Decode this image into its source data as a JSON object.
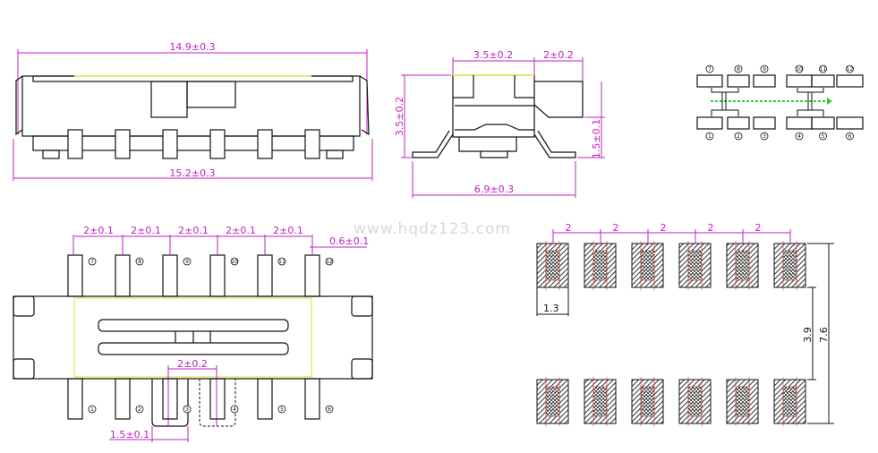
{
  "title": "Slide switch mechanical drawing",
  "watermark": "www.hqdz123.com",
  "top_view": {
    "width_top": "14.9±0.3",
    "width_bottom": "15.2±0.3"
  },
  "side_view": {
    "body_width": "3.5±0.2",
    "lever_length": "2±0.2",
    "height": "3.5±0.2",
    "lever_height": "1.5±0.1",
    "overall_width": "6.9±0.3"
  },
  "schematic": {
    "top_pins": [
      "7",
      "8",
      "9",
      "10",
      "11",
      "12"
    ],
    "bottom_pins": [
      "1",
      "2",
      "3",
      "4",
      "5",
      "6"
    ],
    "accent": "#33cc33"
  },
  "bottom_view": {
    "pitch_labels": [
      "2±0.1",
      "2±0.1",
      "2±0.1",
      "2±0.1",
      "2±0.1"
    ],
    "pin_width": "0.6±0.1",
    "travel": "2±0.2",
    "knob_width": "1.5±0.1",
    "top_pins": [
      "7",
      "8",
      "9",
      "10",
      "11",
      "12"
    ],
    "bottom_pins": [
      "1",
      "2",
      "3",
      "4",
      "5",
      "6"
    ]
  },
  "footprint": {
    "pitch_labels": [
      "2",
      "2",
      "2",
      "2",
      "2"
    ],
    "pad_width": "1.3",
    "inner_gap": "3.9",
    "outer_span": "7.6"
  },
  "colors": {
    "dimension": "#c020c0",
    "highlight": "#e8e870"
  }
}
